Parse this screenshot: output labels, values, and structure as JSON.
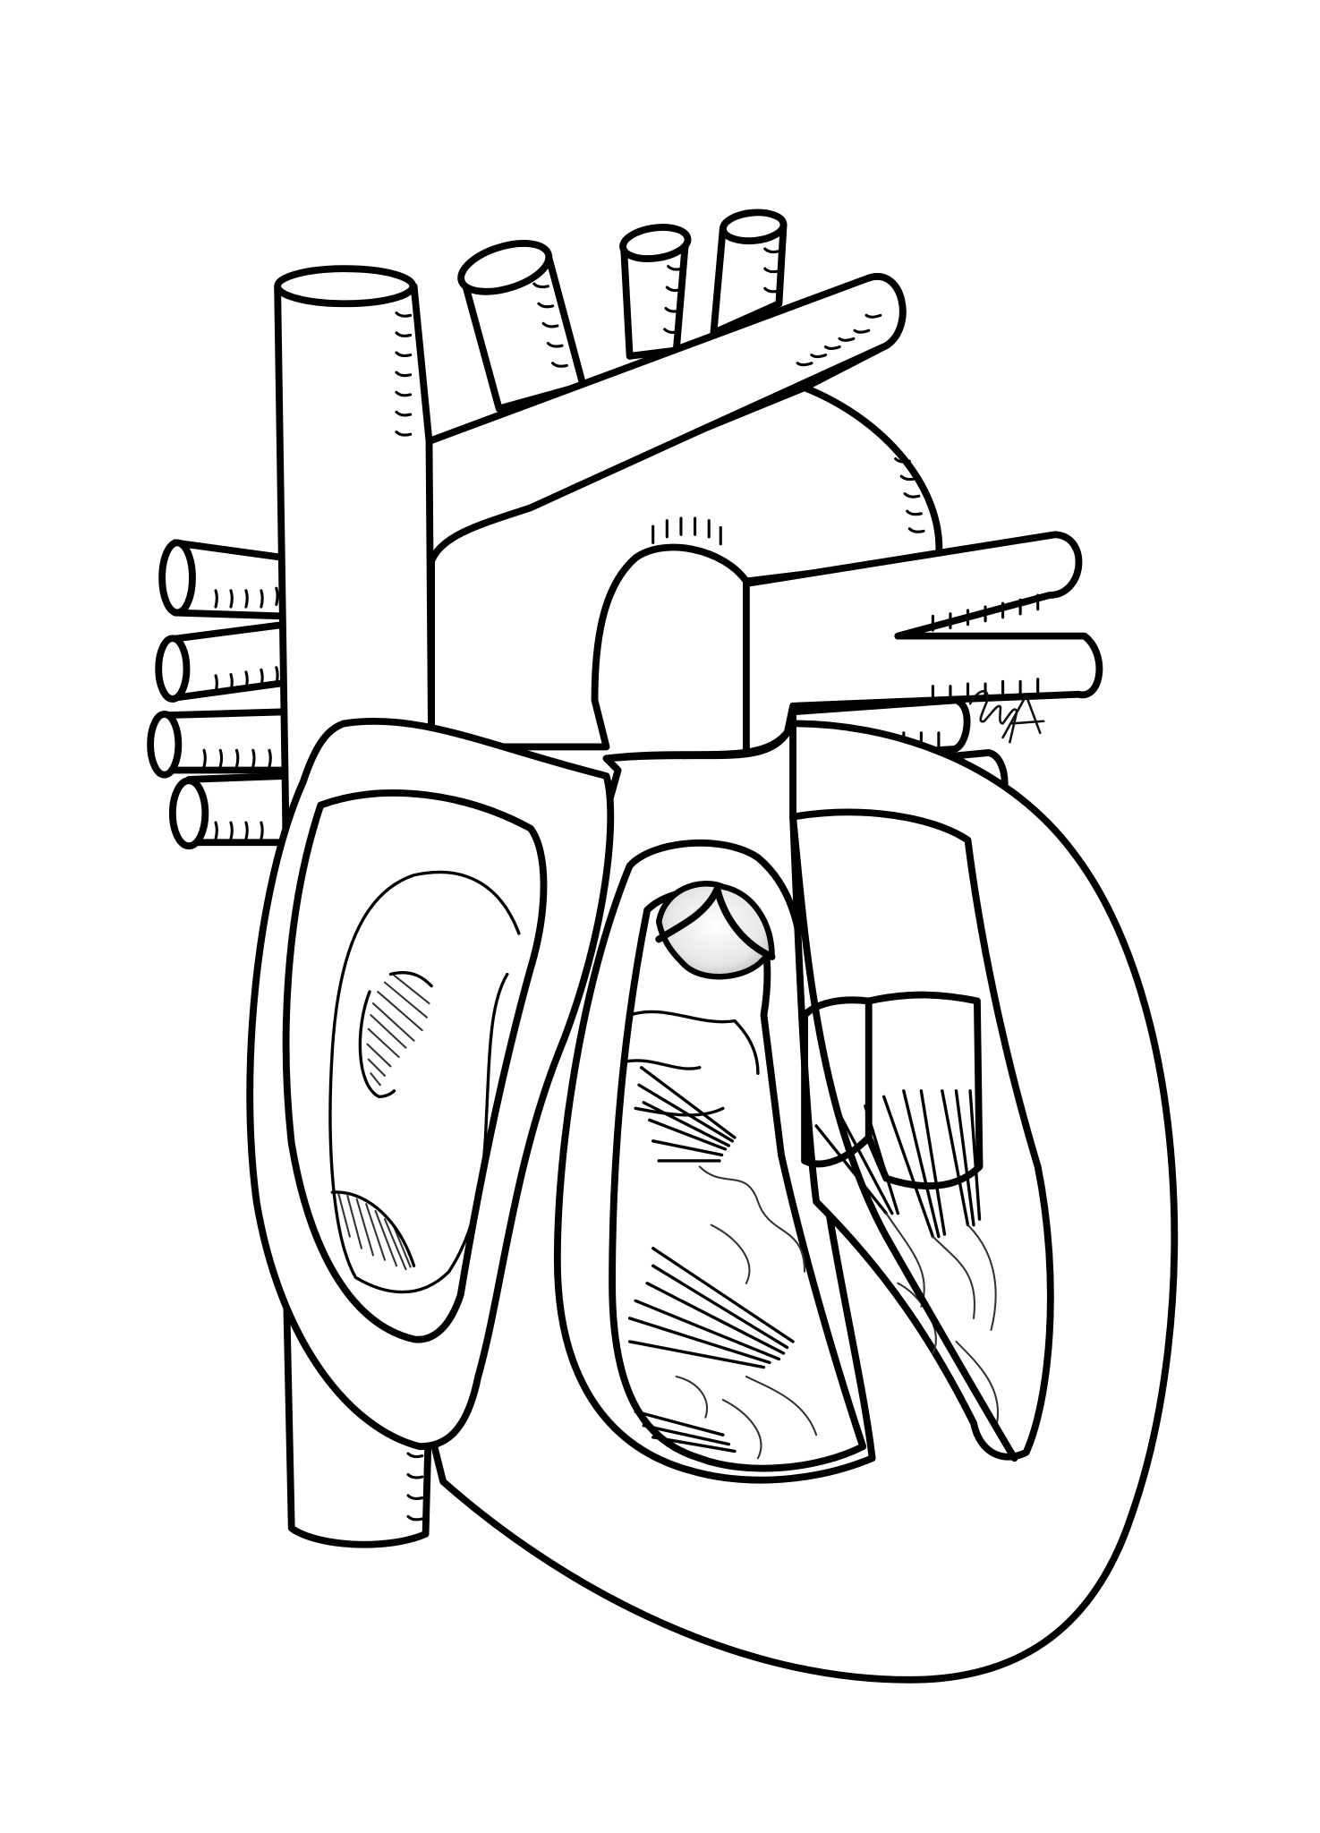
{
  "diagram": {
    "subject": "Human heart anatomical line drawing (cross-section, uncolored)",
    "style": "black ink outline on white",
    "background_color": "#ffffff",
    "line_color": "#000000",
    "structures": [
      {
        "id": "superior-vena-cava",
        "label": ""
      },
      {
        "id": "brachiocephalic-artery",
        "label": ""
      },
      {
        "id": "left-common-carotid",
        "label": ""
      },
      {
        "id": "left-subclavian",
        "label": ""
      },
      {
        "id": "pulmonary-artery-branch-right",
        "label": ""
      },
      {
        "id": "aortic-arch",
        "label": ""
      },
      {
        "id": "pulmonary-trunk",
        "label": ""
      },
      {
        "id": "right-pulmonary-veins",
        "label": ""
      },
      {
        "id": "left-pulmonary-artery",
        "label": ""
      },
      {
        "id": "left-pulmonary-veins",
        "label": ""
      },
      {
        "id": "right-atrium",
        "label": ""
      },
      {
        "id": "right-ventricle",
        "label": ""
      },
      {
        "id": "left-ventricle",
        "label": ""
      },
      {
        "id": "pulmonary-valve",
        "label": ""
      },
      {
        "id": "chordae-tendineae",
        "label": ""
      },
      {
        "id": "inferior-vena-cava",
        "label": ""
      }
    ],
    "signature": "MA"
  }
}
